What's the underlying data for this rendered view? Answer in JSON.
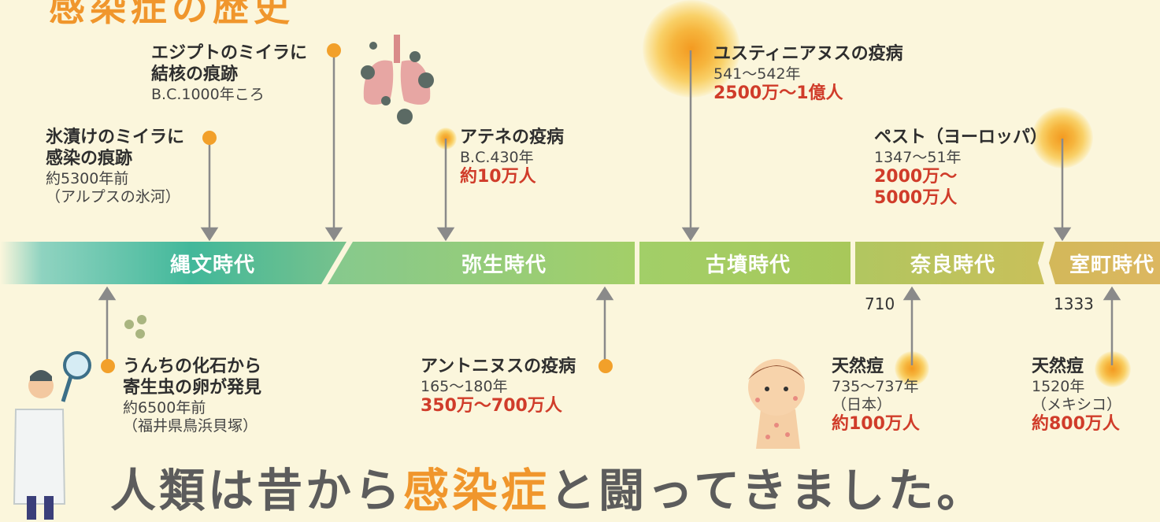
{
  "title_partial": "感染症の歴史",
  "eras": [
    "縄文時代",
    "弥生時代",
    "古墳時代",
    "奈良時代",
    "室町時代"
  ],
  "years": {
    "nara": "710",
    "muromachi": "1333"
  },
  "events_top": [
    {
      "title1": "エジプトのミイラに",
      "title2": "結核の痕跡",
      "detail1": "B.C.1000年ころ"
    },
    {
      "title1": "氷漬けのミイラに",
      "title2": "感染の痕跡",
      "detail1": "約5300年前",
      "detail2": "（アルプスの氷河）"
    },
    {
      "title1": "アテネの疫病",
      "detail1": "B.C.430年",
      "value1": "約10万人"
    },
    {
      "title1": "ユスティニアヌスの疫病",
      "detail1": "541〜542年",
      "value1": "2500万〜1億人"
    },
    {
      "title1": "ペスト（ヨーロッパ）",
      "detail1": "1347〜51年",
      "value1": "2000万〜",
      "value2": "5000万人"
    }
  ],
  "events_bottom": [
    {
      "title1": "うんちの化石から",
      "title2": "寄生虫の卵が発見",
      "detail1": "約6500年前",
      "detail2": "（福井県鳥浜貝塚）"
    },
    {
      "title1": "アントニヌスの疫病",
      "detail1": "165〜180年",
      "value1": "350万〜700万人"
    },
    {
      "title1": "天然痘",
      "detail1": "735〜737年",
      "detail2": "（日本）",
      "value1": "約100万人"
    },
    {
      "title1": "天然痘",
      "detail1": "1520年",
      "detail2": "（メキシコ）",
      "value1": "約800万人"
    }
  ],
  "headline": {
    "part1": "人類は昔から",
    "part2": "感染症",
    "part3": "と闘ってきました。"
  },
  "colors": {
    "accent_orange": "#f2a02a",
    "value_red": "#d03c2a",
    "headline_gray": "#5c5c5c",
    "headline_orange": "#f0962c"
  }
}
